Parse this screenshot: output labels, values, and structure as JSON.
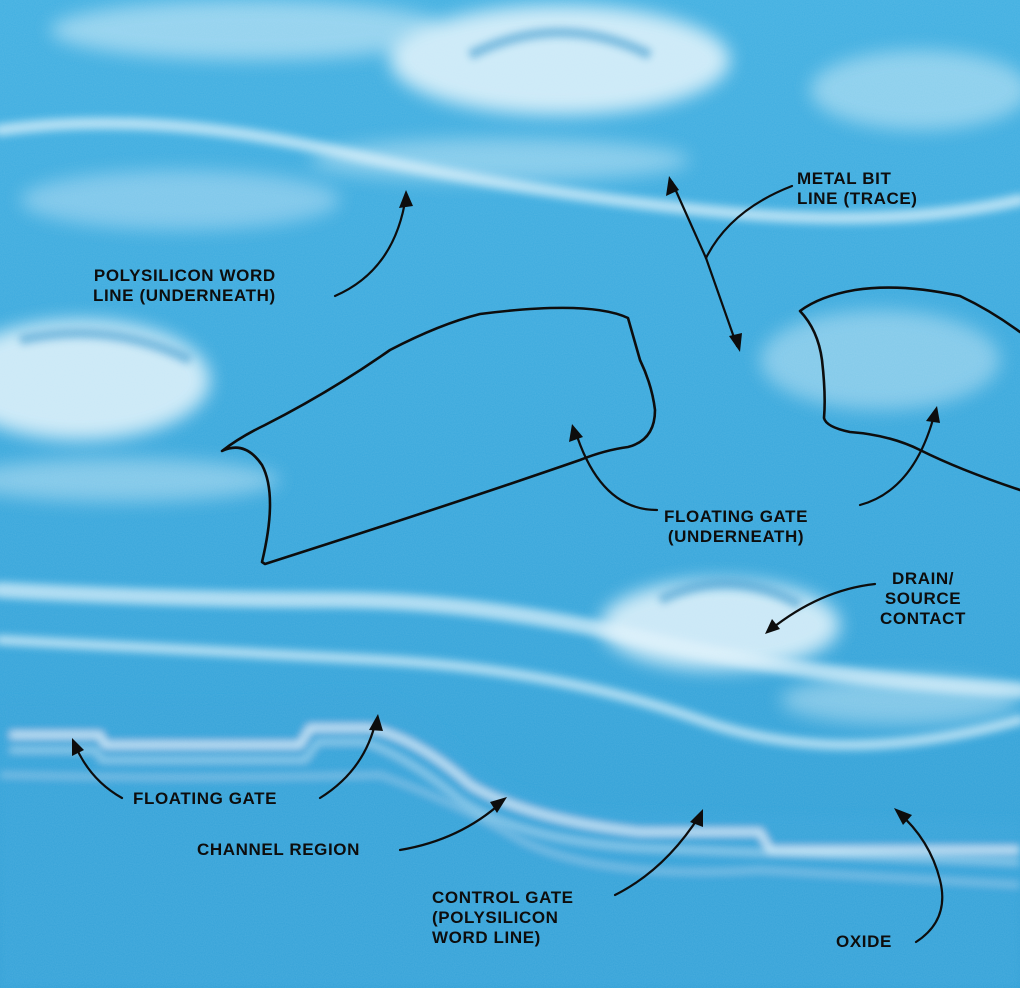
{
  "figure": {
    "background_color": "#3aa9dd",
    "highlight_color": "#e9f6fc",
    "ink_color": "#0d0d0d"
  },
  "labels": {
    "polysilicon_word_line_underneath": [
      "POLYSILICON WORD",
      "LINE (UNDERNEATH)"
    ],
    "metal_bit_line_trace": [
      "METAL BIT",
      "LINE (TRACE)"
    ],
    "floating_gate_underneath": [
      "FLOATING GATE",
      "(UNDERNEATH)"
    ],
    "drain_source_contact": [
      "DRAIN/",
      "SOURCE",
      "CONTACT"
    ],
    "floating_gate": [
      "FLOATING GATE"
    ],
    "channel_region": [
      "CHANNEL REGION"
    ],
    "control_gate": [
      "CONTROL GATE",
      "(POLYSILICON",
      "WORD LINE)"
    ],
    "oxide": [
      "OXIDE"
    ]
  }
}
